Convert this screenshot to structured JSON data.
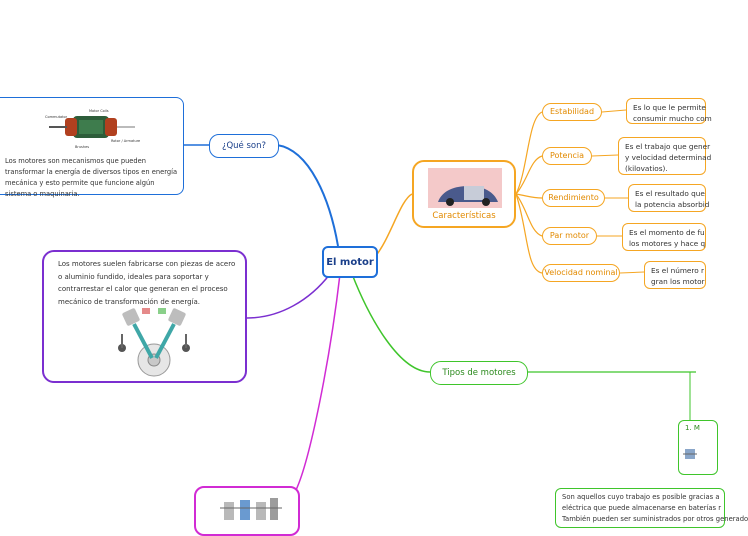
{
  "center": {
    "title": "El motor"
  },
  "que_son": {
    "label": "¿Qué son?",
    "definition": "Los motores son mecanismos que pueden transformar la energía de diversos tipos en energía mecánica y esto permite que funcione algún sistema o maquinaria.",
    "image_icon": "electric-motor-diagram",
    "diagram_labels": [
      "Motor Coils",
      "Commutator",
      "Brushes",
      "Rotor / Armature"
    ]
  },
  "materiales": {
    "text": "Los motores suelen fabricarse con piezas de acero o aluminio fundido, ideales para soportar y contrarrestar el calor que generan en el proceso mecánico de transformación de energía.",
    "image_icon": "engine-pistons"
  },
  "caracteristicas": {
    "label": "Características",
    "image_icon": "car-illustration",
    "items": [
      {
        "label": "Estabilidad",
        "desc_lines": [
          "Es lo que le permite",
          "consumir mucho com"
        ]
      },
      {
        "label": "Potencia",
        "desc_lines": [
          "Es el trabajo que gener",
          "y velocidad determinad",
          "(kilovatios)."
        ]
      },
      {
        "label": "Rendimiento",
        "desc_lines": [
          "Es el resultado que",
          "la potencia absorbid"
        ]
      },
      {
        "label": "Par motor",
        "desc_lines": [
          "Es el momento de fu",
          "los motores y hace q"
        ]
      },
      {
        "label": "Velocidad nominal",
        "desc_lines": [
          "Es el número r",
          "gran los motor"
        ]
      }
    ]
  },
  "tipos": {
    "label": "Tipos de motores",
    "card_label": "1. M",
    "text_lines": [
      "Son aquellos cuyo trabajo es posible gracias a",
      "eléctrica que puede almacenarse en baterías r",
      "También pueden ser suministrados por otros generado"
    ]
  },
  "colors": {
    "blue": "#1e6fd9",
    "orange": "#f5a623",
    "purple": "#7b2fd0",
    "green": "#3fc52b",
    "magenta": "#d12bd4"
  }
}
